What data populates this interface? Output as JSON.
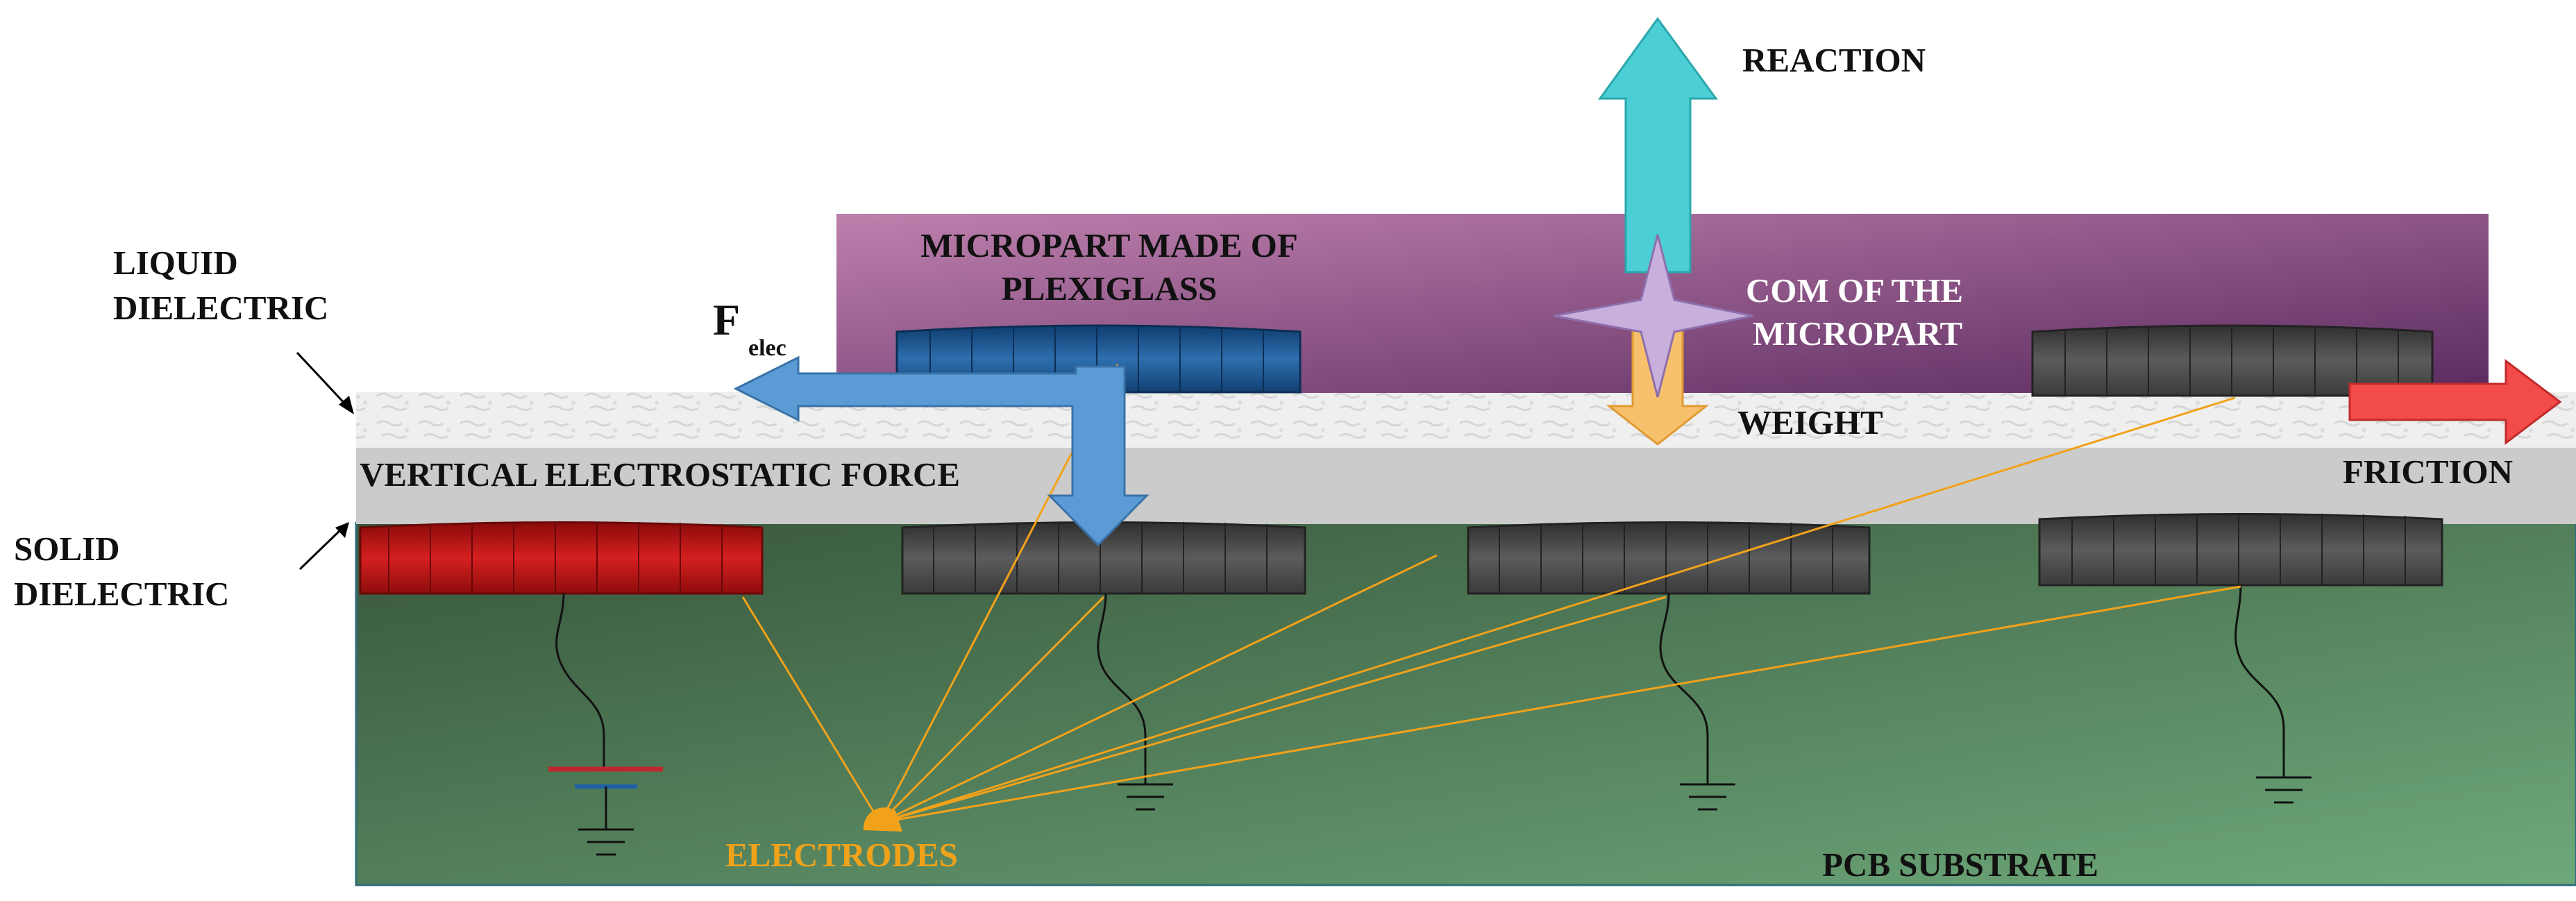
{
  "labels": {
    "liquid_dielectric_1": "LIQUID",
    "liquid_dielectric_2": "DIELECTRIC",
    "solid_dielectric_1": "SOLID",
    "solid_dielectric_2": "DIELECTRIC",
    "f_elec_main": "F",
    "f_elec_sub": "elec",
    "micropart_1": "MICROPART MADE OF",
    "micropart_2": "PLEXIGLASS",
    "reaction": "REACTION",
    "com_1": "COM OF THE",
    "com_2": "MICROPART",
    "weight": "WEIGHT",
    "vertical_force": "VERTICAL ELECTROSTATIC FORCE",
    "friction": "FRICTION",
    "electrodes": "ELECTRODES",
    "pcb_substrate": "PCB SUBSTRATE"
  },
  "colors": {
    "liquid_layer": "#eeeeee",
    "solid_layer": "#cccccc",
    "pcb_substrate_dark": "#3a5a40",
    "pcb_substrate_light": "#6ea97a",
    "micropart_light": "#b97aa8",
    "micropart_dark": "#5e2c60",
    "active_top_electrode": "#1f5c94",
    "active_bottom_electrode": "#c01414",
    "inactive_electrode": "#4a4a4a",
    "f_elec_arrow": "#5b9bd5",
    "reaction_arrow": "#4bcfd2",
    "weight_arrow": "#f8c06a",
    "friction_arrow": "#f24a4a",
    "com_star": "#c9b0dc",
    "leader_lines": "#f2a21a",
    "electrodes_label": "#f0a21a"
  },
  "icons": {
    "ground_symbol": "ground-icon",
    "voltage_source": "voltage-source-icon",
    "com_marker": "star-icon"
  }
}
